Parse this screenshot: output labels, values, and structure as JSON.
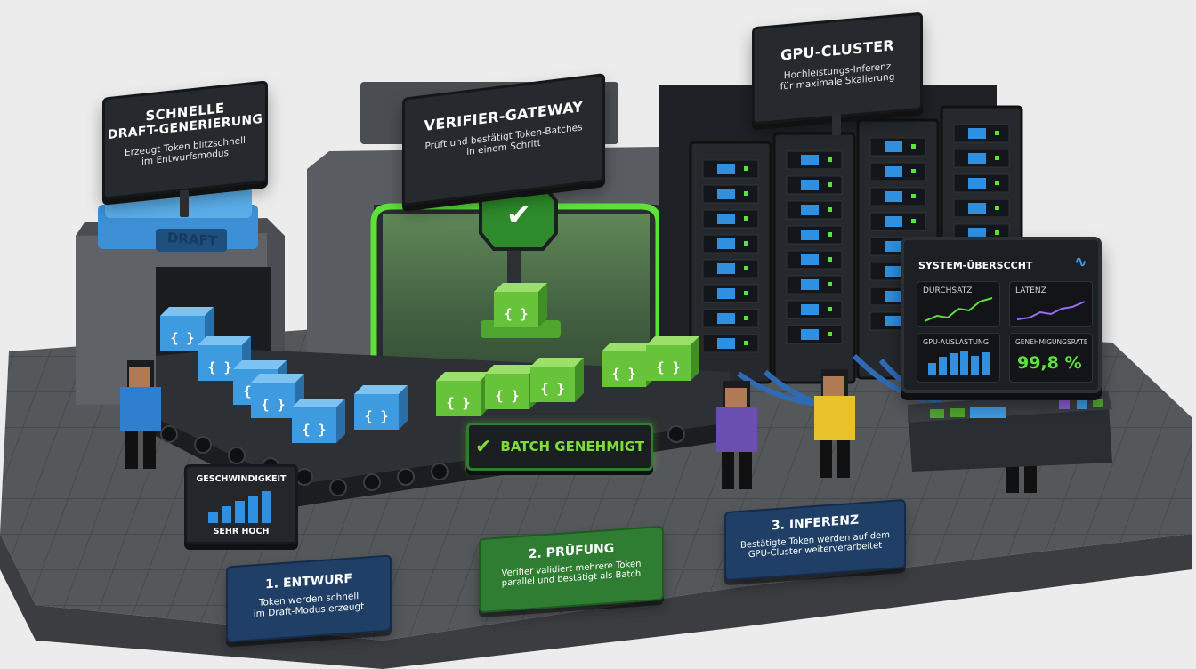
{
  "draft_sign": {
    "title_line1": "SCHNELLE",
    "title_line2": "DRAFT-GENERIERUNG",
    "sub_line1": "Erzeugt Token blitzschnell",
    "sub_line2": "im Entwurfsmodus"
  },
  "draft_machine_label": "DRAFT",
  "verifier_sign": {
    "title": "VERIFIER-GATEWAY",
    "sub_line1": "Prüft und bestätigt Token-Batches",
    "sub_line2": "in einem Schritt"
  },
  "gpu_sign": {
    "title": "GPU-CLUSTER",
    "sub_line1": "Hochleistungs-Inferenz",
    "sub_line2": "für maximale Skalierung"
  },
  "token_glyph": "{ }",
  "check_glyph": "✔",
  "speed_panel": {
    "title": "GESCHWINDIGKEIT",
    "value": "SEHR HOCH",
    "bar_levels": [
      0.35,
      0.5,
      0.65,
      0.8,
      0.95
    ]
  },
  "approved_banner": {
    "icon": "✔",
    "label": "BATCH GENEHMIGT"
  },
  "monitor": {
    "title": "SYSTEM-ÜBERSCCHT",
    "logo": "∿",
    "throughput_label": "DURCHSATZ",
    "latency_label": "LATENZ",
    "gpu_label": "GPU-AUSLASTUNG",
    "approval_label": "GENEHMIGUNGSRATE",
    "approval_value": "99,8 %",
    "gpu_bar_levels": [
      0.45,
      0.7,
      0.85,
      0.95,
      0.75,
      0.9
    ]
  },
  "steps": [
    {
      "title": "1. ENTWURF",
      "line1": "Token werden schnell",
      "line2": "im Draft-Modus erzeugt"
    },
    {
      "title": "2. PRÜFUNG",
      "line1": "Verifier validiert mehrere Token",
      "line2": "parallel und bestätigt als Batch"
    },
    {
      "title": "3. INFERENZ",
      "line1": "Bestätigte Token werden auf dem",
      "line2": "GPU-Cluster weiterverarbeitet"
    }
  ],
  "colors": {
    "draft_blue": "#3f9be0",
    "verified_green": "#67c43a",
    "panel_blue": "#1f3f66",
    "panel_green": "#2e7d32",
    "base_gray": "#6a6d70"
  }
}
